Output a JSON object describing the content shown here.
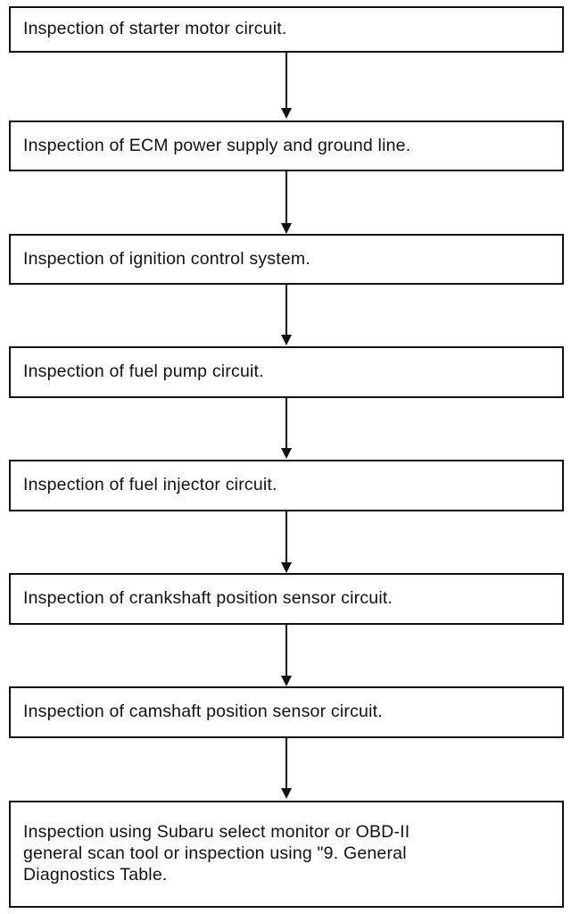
{
  "flowchart": {
    "steps": [
      "Inspection of starter motor circuit.",
      "Inspection of ECM power supply and ground line.",
      "Inspection of ignition control system.",
      "Inspection of fuel pump circuit.",
      "Inspection of fuel injector circuit.",
      "Inspection of crankshaft position sensor circuit.",
      "Inspection of camshaft position sensor circuit.",
      "Inspection using Subaru select monitor or OBD-II\ngeneral scan tool or inspection using \"9. General\nDiagnostics Table."
    ]
  }
}
